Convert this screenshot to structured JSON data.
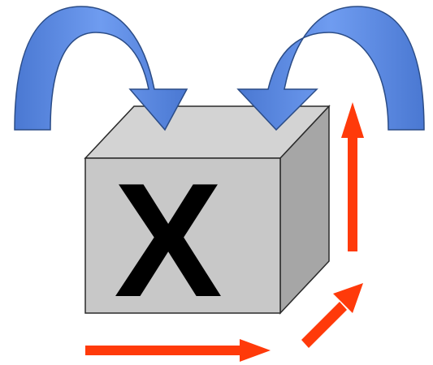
{
  "box": {
    "label": "X"
  },
  "colors": {
    "box_front": "#c8c8c8",
    "box_top": "#d3d3d3",
    "box_side": "#a6a6a6",
    "box_outline": "#2a2a2a",
    "label": "#000000",
    "curved_arrow_fill": "#5b8ae0",
    "curved_arrow_outline": "#2b4c86",
    "straight_arrow": "#ff3a0a"
  },
  "arrows": {
    "curved": [
      {
        "id": "left-curved-arrow",
        "direction": "clockwise-into-top"
      },
      {
        "id": "right-curved-arrow",
        "direction": "counterclockwise-into-top"
      }
    ],
    "straight": [
      {
        "id": "bottom-right-arrow",
        "direction": "right"
      },
      {
        "id": "diagonal-up-right-arrow",
        "direction": "up-right"
      },
      {
        "id": "vertical-up-arrow",
        "direction": "up"
      }
    ]
  }
}
